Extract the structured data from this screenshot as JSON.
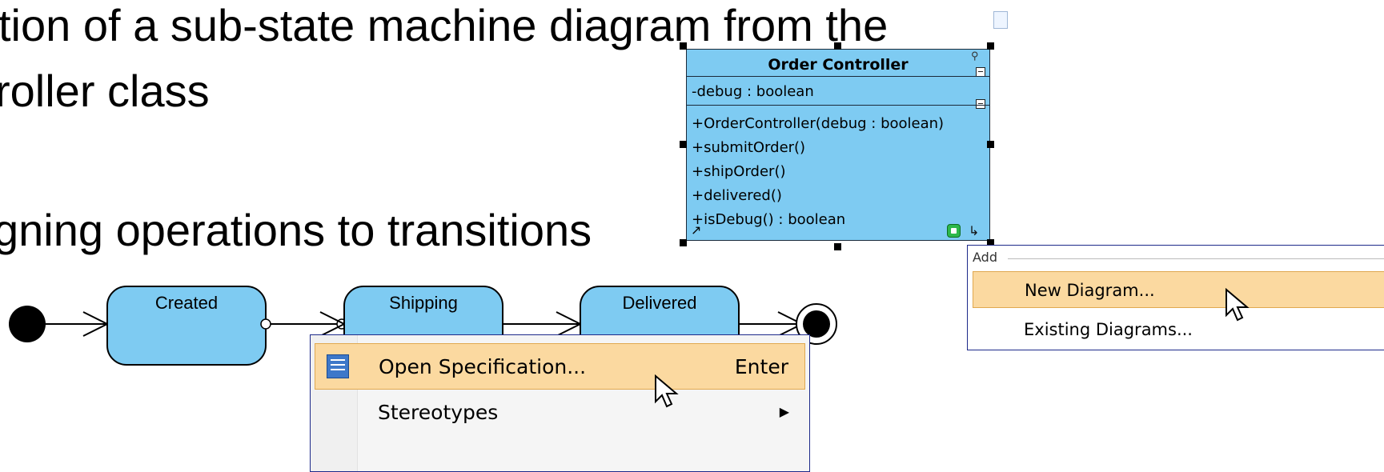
{
  "slide": {
    "line1": "tion of a sub-state machine diagram from the",
    "line2": "roller class",
    "line3": "gning operations to transitions"
  },
  "class_box": {
    "name": "Order Controller",
    "attributes": [
      "-debug : boolean"
    ],
    "operations": [
      "+OrderController(debug : boolean)",
      "+submitOrder()",
      "+shipOrder()",
      "+delivered()",
      "+isDebug() : boolean"
    ],
    "fill_color": "#7ecbf2"
  },
  "states": [
    "Created",
    "Shipping",
    "Delivered"
  ],
  "context_menu": {
    "items": [
      {
        "label": "Open Specification...",
        "shortcut": "Enter",
        "icon": "specification-icon",
        "highlighted": true
      },
      {
        "label": "Stereotypes",
        "shortcut": "",
        "icon": "",
        "submenu": true
      }
    ]
  },
  "add_panel": {
    "header": "Add",
    "items": [
      {
        "label": "New Diagram...",
        "highlighted": true
      },
      {
        "label": "Existing Diagrams..."
      }
    ],
    "highlight_color": "#fbd9a0"
  },
  "colors": {
    "state_fill": "#7ecbf2",
    "menu_border": "#1d2a8a",
    "highlight": "#fbd9a0"
  }
}
